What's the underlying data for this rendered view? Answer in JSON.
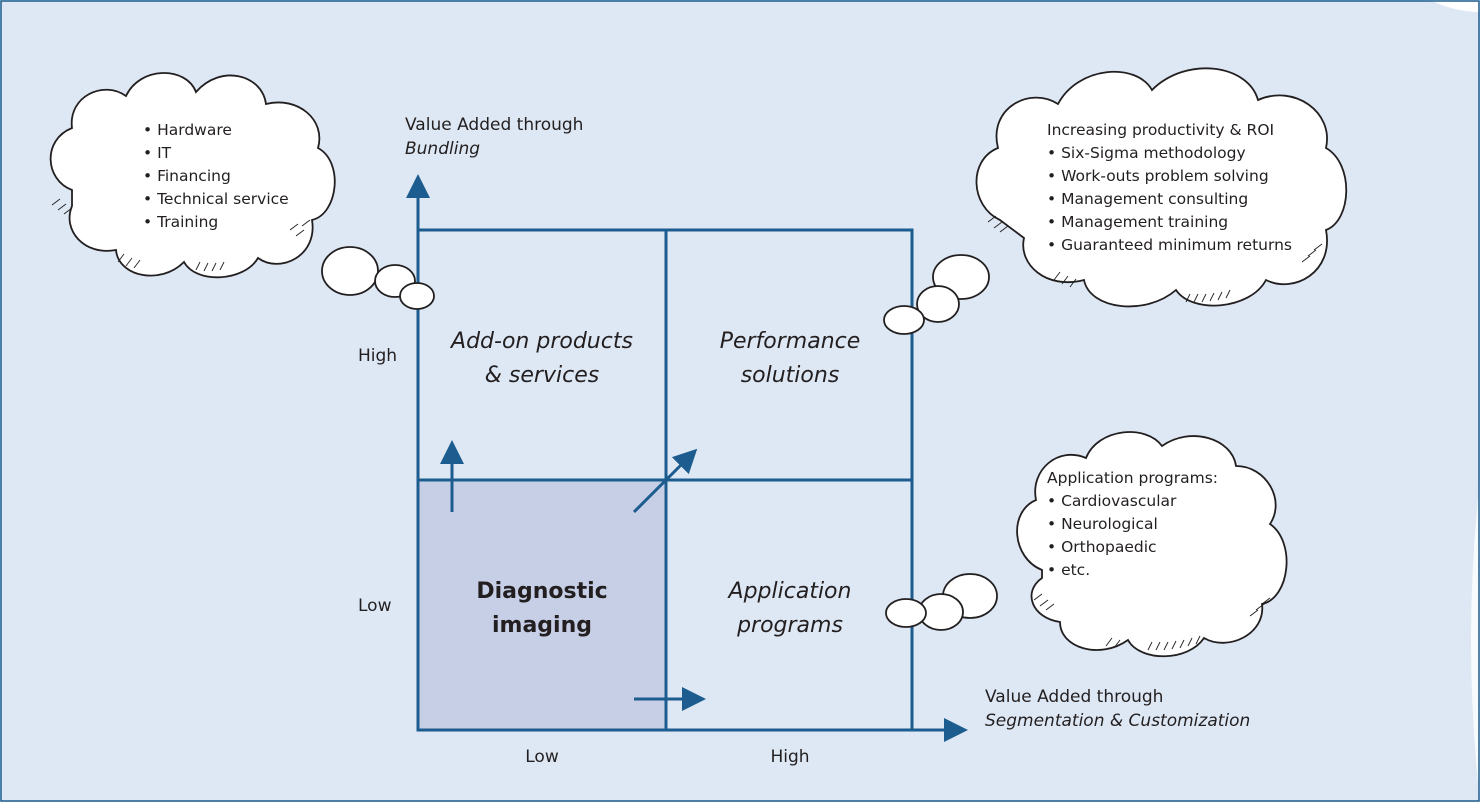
{
  "background": "#dde8f4",
  "accent": "#1d5c8e",
  "shade": "#c6cfe6",
  "y_axis": {
    "title": "Value Added through",
    "subtitle": "Bundling",
    "high": "High",
    "low": "Low"
  },
  "x_axis": {
    "title": "Value Added through",
    "subtitle": "Segmentation & Customization",
    "low": "Low",
    "high": "High"
  },
  "quadrants": {
    "top_left": [
      "Add-on products",
      "& services"
    ],
    "top_right": [
      "Performance",
      "solutions"
    ],
    "bottom_left": [
      "Diagnostic",
      "imaging"
    ],
    "bottom_right": [
      "Application",
      "programs"
    ]
  },
  "clouds": {
    "bundling": [
      "• Hardware",
      "• IT",
      "• Financing",
      "• Technical service",
      "• Training"
    ],
    "performance": [
      "Increasing productivity & ROI",
      "• Six-Sigma methodology",
      "• Work-outs problem solving",
      "• Management consulting",
      "• Management training",
      "• Guaranteed minimum returns"
    ],
    "application": [
      "Application programs:",
      "• Cardiovascular",
      "• Neurological",
      "• Orthopaedic",
      "• etc."
    ]
  }
}
